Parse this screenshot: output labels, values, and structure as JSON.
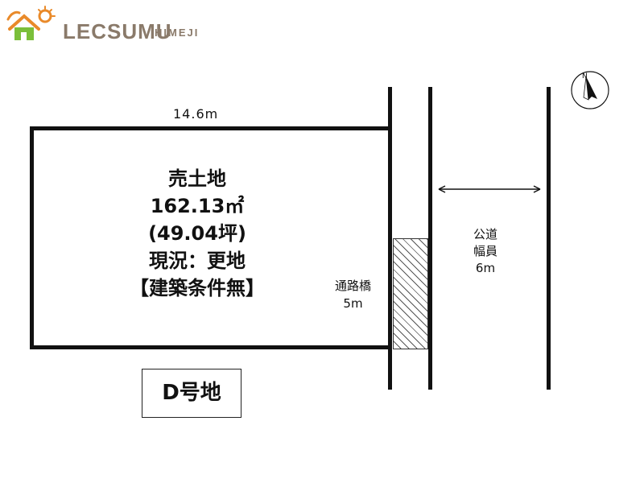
{
  "header": {
    "brand": "LECSUMU",
    "brand_sub": "HIMEJI",
    "colors": {
      "brand_text": "#8a7a6a",
      "logo_orange": "#e98a2a",
      "logo_green": "#7bbf3a"
    }
  },
  "plot": {
    "width_label": "14.6m",
    "lines": [
      "売土地",
      "162.13㎡",
      "(49.04坪)",
      "現況：更地",
      "【建築条件無】"
    ]
  },
  "bridge": {
    "label_line1": "通路橋",
    "label_line2": "5m"
  },
  "road": {
    "label_line1": "公道",
    "label_line2": "幅員",
    "label_line3": "6m"
  },
  "lot": {
    "label": "D号地"
  },
  "compass": {
    "north": "N",
    "icon": "north-arrow-icon"
  }
}
